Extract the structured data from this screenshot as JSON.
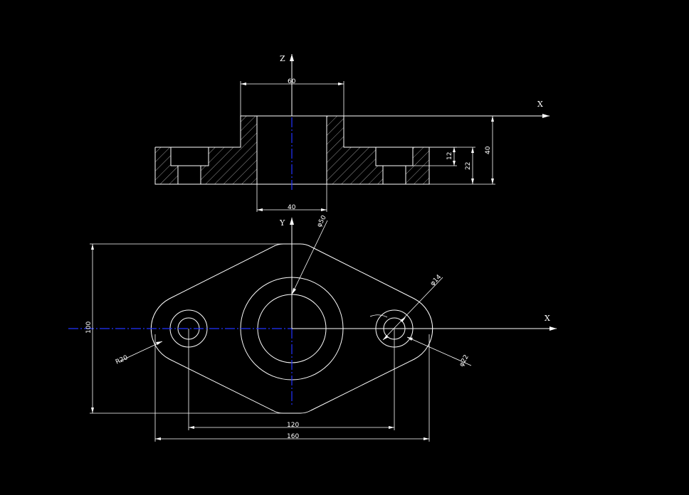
{
  "colors": {
    "background": "#000000",
    "line": "#ffffff",
    "centerline": "#2233ff"
  },
  "axes": {
    "front_vertical": "Z",
    "front_horizontal": "X",
    "top_vertical": "Y",
    "top_horizontal": "X"
  },
  "dimensions": {
    "front_top_width": "60",
    "front_bore": "40",
    "front_counterbore_depth": "12",
    "front_flange_height": "22",
    "front_total_height": "40",
    "top_outer_diameter": "φ50",
    "top_bolt_counterbore": "φ14",
    "top_bolt_hole": "φ22",
    "top_end_radius": "R20",
    "top_height": "100",
    "top_hole_spacing": "120",
    "top_total_width": "160"
  }
}
